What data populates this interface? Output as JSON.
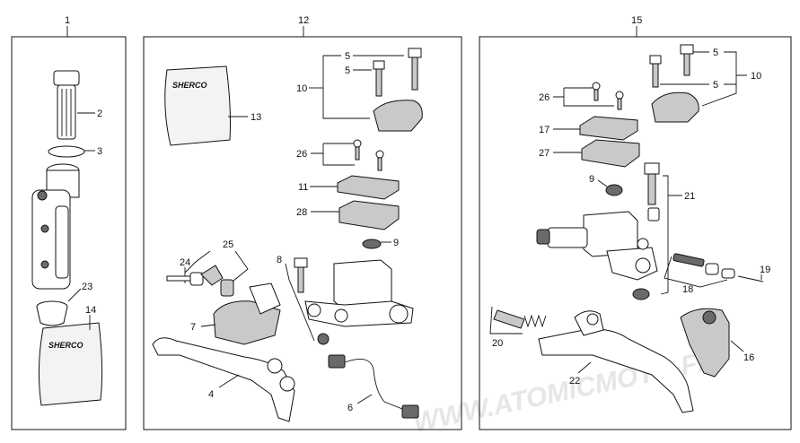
{
  "watermark": "WWW.ATOMICMOTO.FR",
  "brand": "SHERCO",
  "panels": [
    {
      "id": "panel-1",
      "number": "1"
    },
    {
      "id": "panel-12",
      "number": "12"
    },
    {
      "id": "panel-15",
      "number": "15"
    }
  ],
  "callouts": {
    "p1": [
      "2",
      "3",
      "23",
      "14"
    ],
    "p12": [
      "5",
      "5",
      "10",
      "13",
      "26",
      "11",
      "28",
      "9",
      "25",
      "24",
      "8",
      "7",
      "6",
      "4"
    ],
    "p15": [
      "5",
      "5",
      "10",
      "26",
      "17",
      "27",
      "9",
      "21",
      "19",
      "18",
      "20",
      "22",
      "16"
    ]
  }
}
